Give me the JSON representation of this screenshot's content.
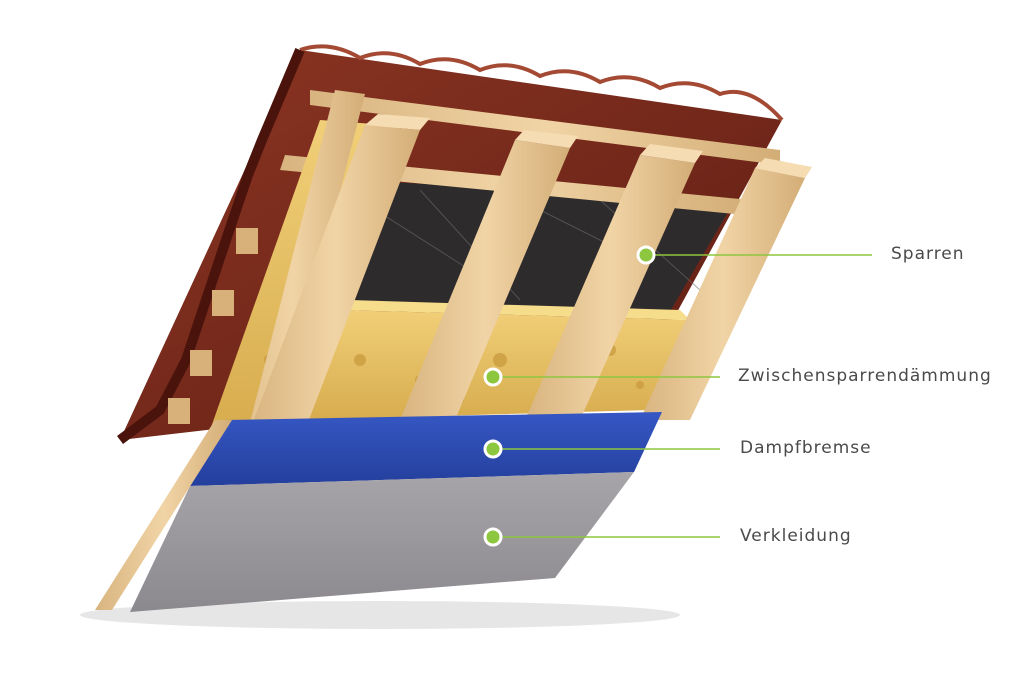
{
  "labels": {
    "rafter": "Sparren",
    "insulation": "Zwischensparrendämmung",
    "vapor_barrier": "Dampfbremse",
    "cladding": "Verkleidung"
  },
  "colors": {
    "accent": "#8dc63f",
    "tile": "#7a2a1c",
    "wood": "#e9c99a",
    "insulation": "#e5bf5e",
    "vapor_barrier": "#2f4fb8",
    "cladding": "#9a989c",
    "membrane": "#2e2b2c",
    "text": "#4a4a4a"
  }
}
